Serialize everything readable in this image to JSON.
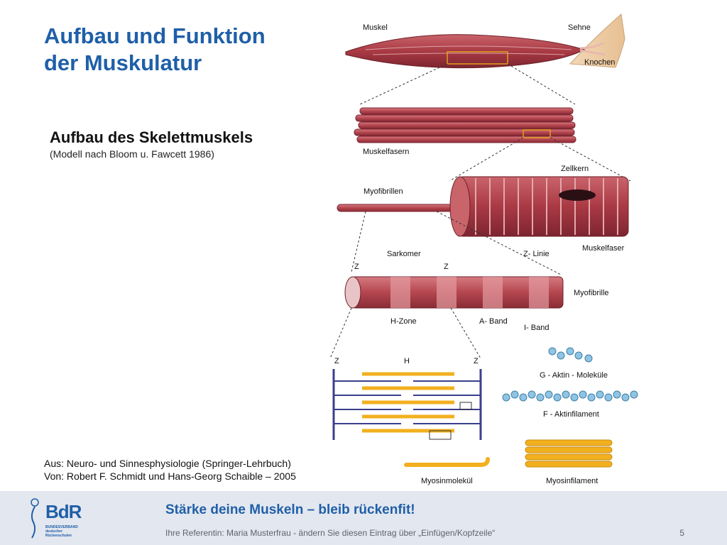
{
  "slide": {
    "title_line1": "Aufbau und Funktion",
    "title_line2": "der Muskulatur",
    "subtitle": "Aufbau des Skelettmuskels",
    "model_note": "(Modell nach Bloom u. Fawcett 1986)",
    "source_line1": "Aus: Neuro- und Sinnesphysiologie (Springer-Lehrbuch)",
    "source_line2": "Von: Robert F. Schmidt und Hans-Georg Schaible – 2005"
  },
  "figure": {
    "labels": {
      "muskel": "Muskel",
      "sehne": "Sehne",
      "knochen": "Knochen",
      "muskelfasern": "Muskelfasern",
      "zellkern": "Zellkern",
      "myofibrillen": "Myofibrillen",
      "muskelfaser": "Muskelfaser",
      "sarkomer": "Sarkomer",
      "z_linie": "Z- Linie",
      "z": "Z",
      "myofibrille": "Myofibrille",
      "h_zone": "H-Zone",
      "a_band": "A- Band",
      "i_band": "I- Band",
      "h": "H",
      "g_aktin": "G - Aktin - Moleküle",
      "f_aktin": "F - Aktinfilament",
      "myosinmolekuel": "Myosinmolekül",
      "myosinfilament": "Myosinfilament"
    }
  },
  "footer": {
    "logo_text": "BdR",
    "logo_sub": "BUNDESVERBAND deutscher Rückenschulen",
    "slogan": "Stärke deine Muskeln – bleib rückenfit!",
    "presenter_note": "Ihre Referentin: Maria Musterfrau - ändern Sie diesen Eintrag über „Einfügen/Kopfzeile“",
    "page_number": "5"
  },
  "colors": {
    "title_blue": "#1f5fa8",
    "muscle_red": "#b5464f",
    "myosin_yellow": "#f2b01e",
    "actin_blue": "#8fc4e3",
    "z_line_navy": "#3b3f8c",
    "footer_bg": "#e3e7ef"
  }
}
